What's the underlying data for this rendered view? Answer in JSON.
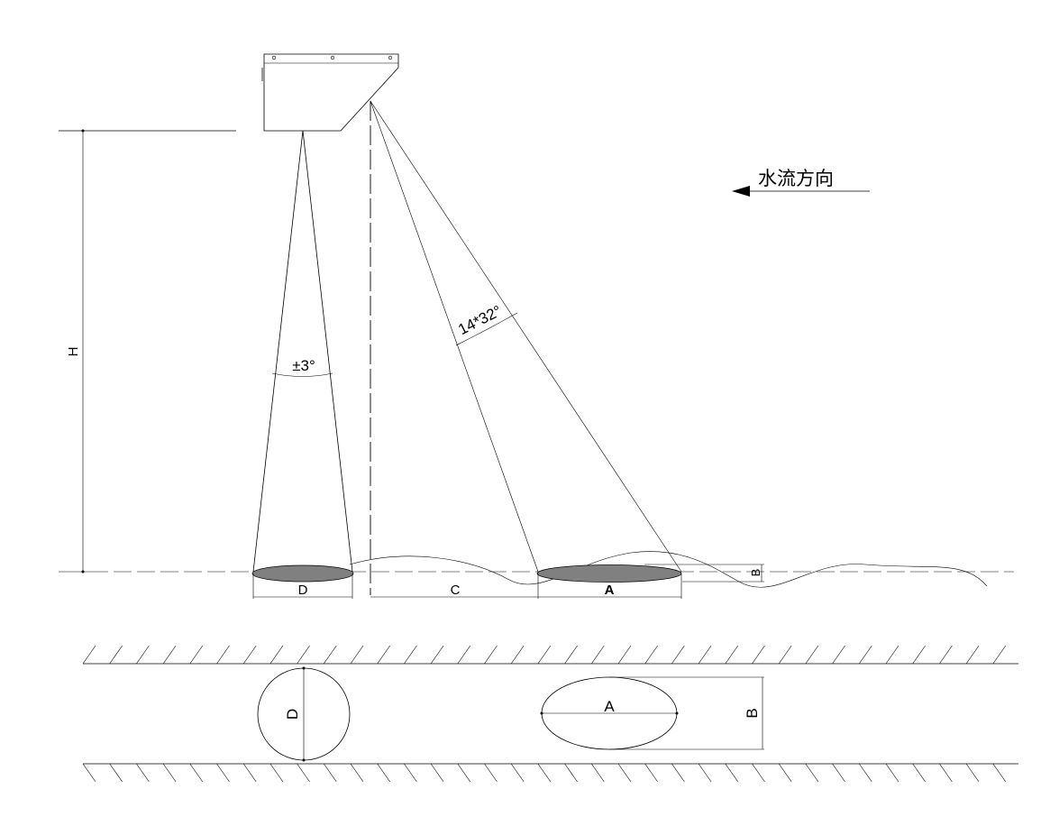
{
  "labels": {
    "flow_direction": "水流方向",
    "height": "H",
    "beam_angle_vertical": "±3°",
    "beam_angle_inclined": "14*32°",
    "footprint_d": "D",
    "offset_c": "C",
    "footprint_a": "A",
    "wave_b": "B",
    "plan_d": "D",
    "plan_a": "A",
    "plan_b": "B"
  },
  "colors": {
    "line": "#000000",
    "footprint_fill": "#808080",
    "background": "#ffffff"
  }
}
